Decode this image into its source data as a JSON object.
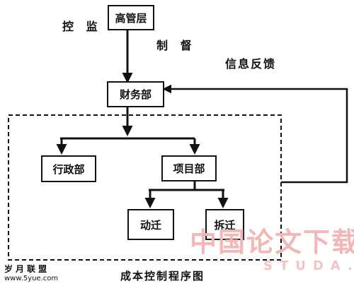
{
  "nodes": {
    "top_management": "高管层",
    "finance": "财务部",
    "administration": "行政部",
    "project": "项目部",
    "demolition": "拆迁",
    "relocation": "动迁"
  },
  "labels": {
    "control_monitor": "控 监",
    "system_supervise": "制 督",
    "feedback": "信息反馈"
  },
  "caption": "成本控制程序图",
  "watermark": {
    "chinese": "中国论文下载",
    "domain": "STUDA.NET"
  },
  "site_logo": {
    "name": "岁月联盟",
    "url": "www.5yue.com"
  }
}
